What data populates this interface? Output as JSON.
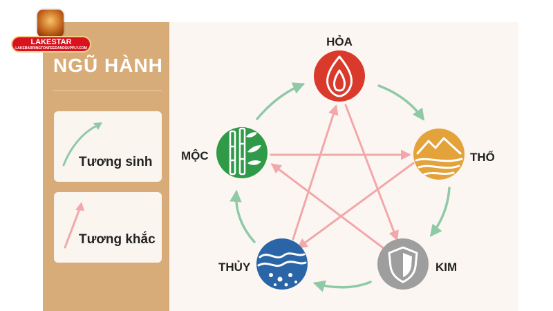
{
  "logo": {
    "name": "LAKESTAR",
    "url": "LAKEBARRINGTONFEEDANDSUPPLY.COM"
  },
  "sidebar": {
    "title": "NGŨ HÀNH",
    "legend": [
      {
        "label": "Tương sinh",
        "color": "#8fc9a6"
      },
      {
        "label": "Tương khắc",
        "color": "#f2a7ab"
      }
    ]
  },
  "elements": {
    "hoa": {
      "label": "HỎA",
      "color": "#d93a2b"
    },
    "tho": {
      "label": "THỔ",
      "color": "#e3a33a"
    },
    "kim": {
      "label": "KIM",
      "color": "#9e9e9e"
    },
    "thuy": {
      "label": "THỦY",
      "color": "#2a65a8"
    },
    "moc": {
      "label": "MỘC",
      "color": "#2f9a48"
    }
  }
}
